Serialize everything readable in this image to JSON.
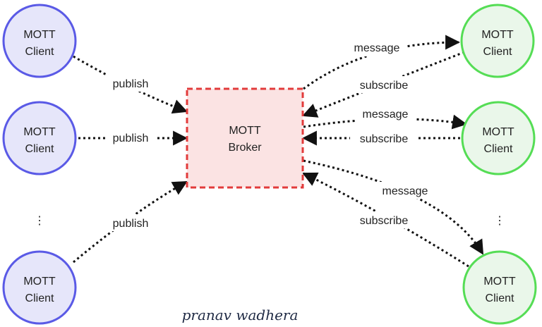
{
  "diagram": {
    "broker": {
      "line1": "MOTT",
      "line2": "Broker"
    },
    "publishers": [
      {
        "line1": "MOTT",
        "line2": "Client"
      },
      {
        "line1": "MOTT",
        "line2": "Client"
      },
      {
        "line1": "MOTT",
        "line2": "Client"
      }
    ],
    "subscribers": [
      {
        "line1": "MOTT",
        "line2": "Client"
      },
      {
        "line1": "MOTT",
        "line2": "Client"
      },
      {
        "line1": "MOTT",
        "line2": "Client"
      }
    ],
    "labels": {
      "publish": "publish",
      "message": "message",
      "subscribe": "subscribe",
      "ellipsis": "⋮"
    },
    "signature": "pranav wadhera",
    "colors": {
      "publisher_fill": "#e6e6fa",
      "publisher_stroke": "#5a5ae6",
      "subscriber_fill": "#eaf7ea",
      "subscriber_stroke": "#55dd55",
      "broker_fill": "#fbe3e3",
      "broker_stroke": "#e23b3b",
      "edge": "#111111"
    }
  }
}
